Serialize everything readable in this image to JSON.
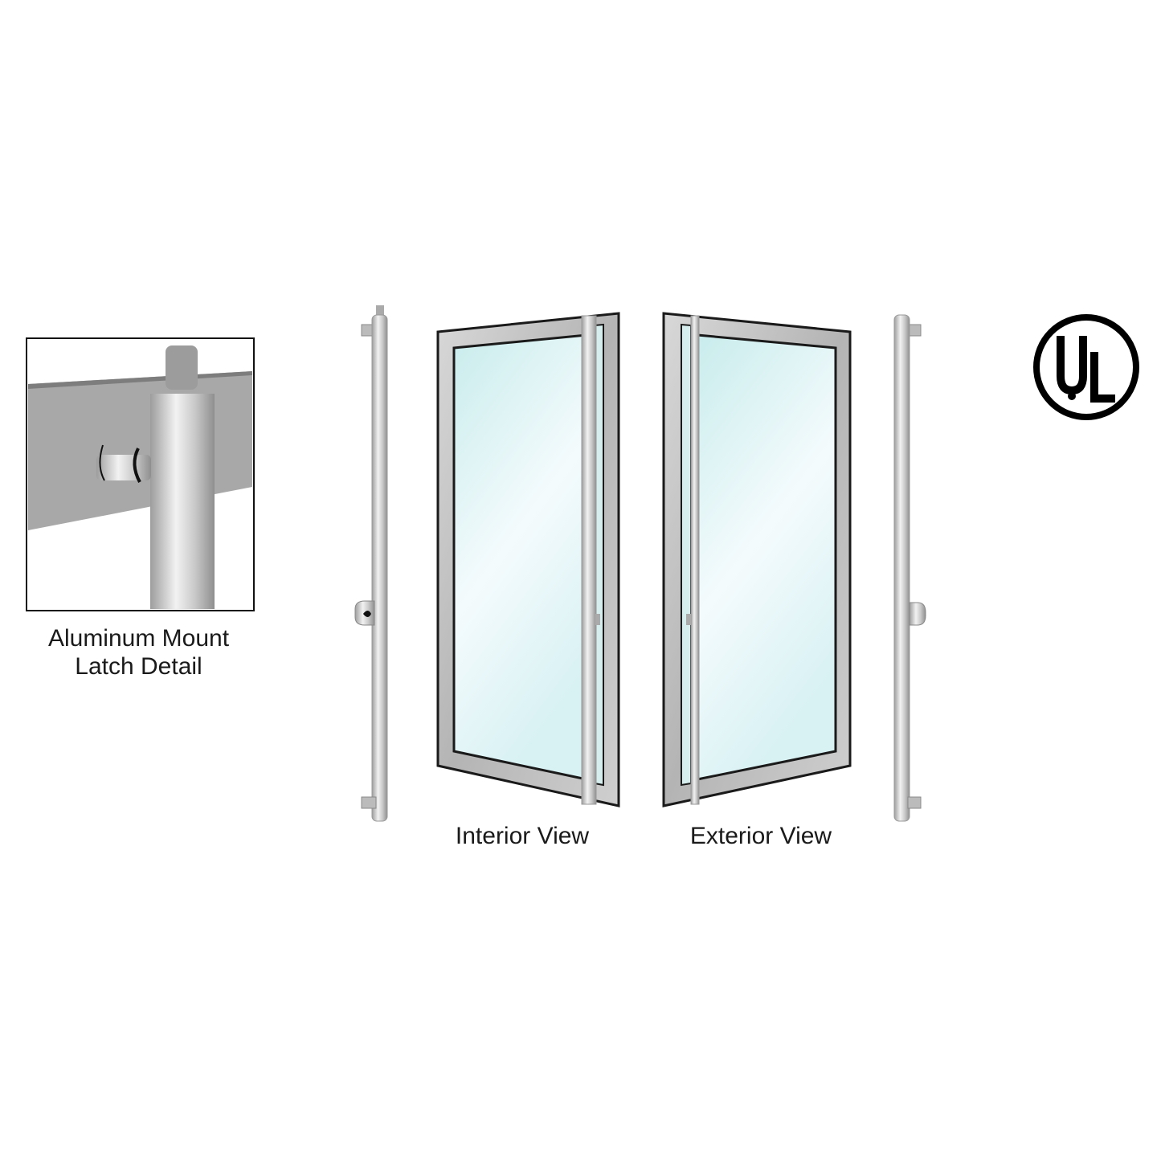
{
  "detail": {
    "title_line1": "Aluminum Mount",
    "title_line2": "Latch Detail"
  },
  "views": {
    "interior_label": "Interior View",
    "exterior_label": "Exterior View"
  },
  "certification": {
    "logo_text": "UL"
  },
  "colors": {
    "glass": "#d6f0f0",
    "frame": "#b8b8b8",
    "outline": "#1a1a1a",
    "panel_gray": "#9a9a9a"
  }
}
